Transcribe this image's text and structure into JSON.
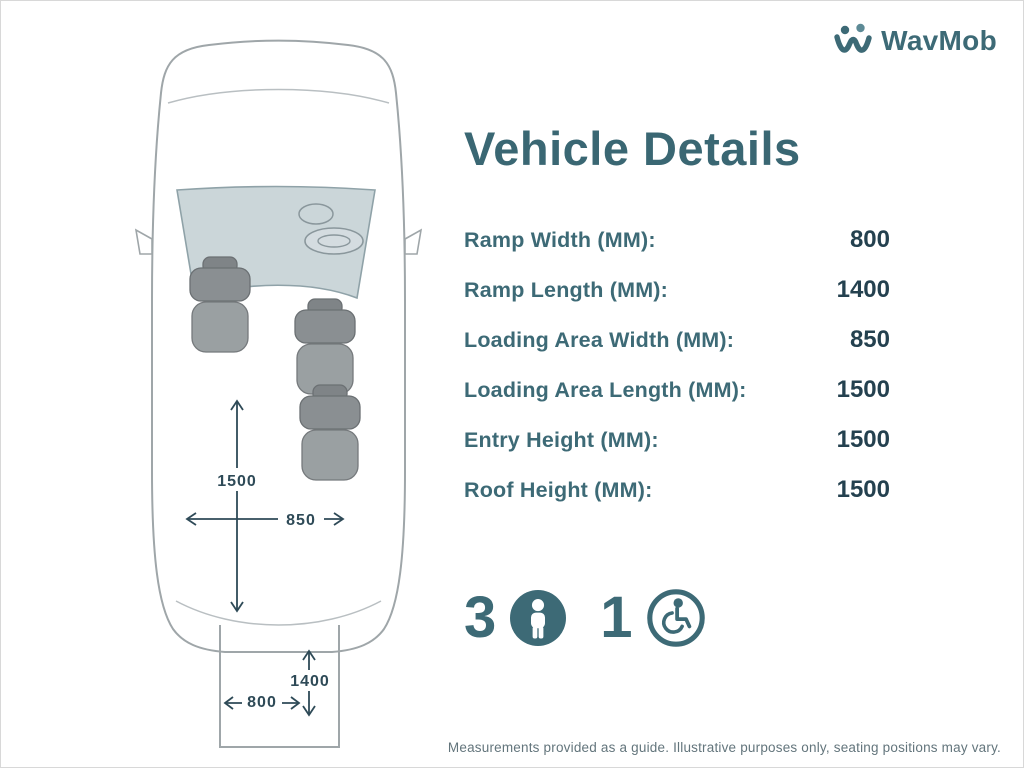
{
  "logo": {
    "brand": "WavMob"
  },
  "title": "Vehicle Details",
  "specs": [
    {
      "label": "Ramp Width (MM):",
      "value": "800"
    },
    {
      "label": "Ramp Length (MM):",
      "value": "1400"
    },
    {
      "label": "Loading Area Width (MM):",
      "value": "850"
    },
    {
      "label": "Loading Area Length (MM):",
      "value": "1500"
    },
    {
      "label": "Entry Height (MM):",
      "value": "1500"
    },
    {
      "label": "Roof Height (MM):",
      "value": "1500"
    }
  ],
  "capacity": {
    "seats": "3",
    "wheelchairs": "1"
  },
  "diagram": {
    "interior_length": "1500",
    "interior_width": "850",
    "ramp_length": "1400",
    "ramp_width": "800"
  },
  "disclaimer": "Measurements provided as a guide. Illustrative purposes only, seating positions may vary.",
  "colors": {
    "brand_teal": "#3d6a76",
    "value_dark": "#24414f",
    "line_gray": "#9fa6a9"
  }
}
